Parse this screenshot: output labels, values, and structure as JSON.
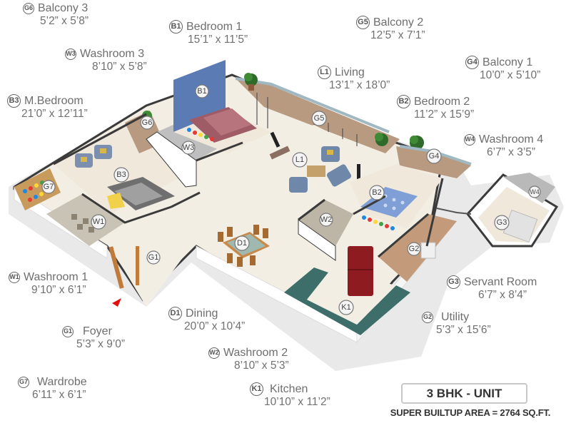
{
  "rooms": {
    "balcony3": {
      "code": "G6",
      "name": "Balcony 3",
      "dims": "5’2” x 5’8”"
    },
    "bedroom1": {
      "code": "B1",
      "name": "Bedroom 1",
      "dims": "15’1” x 11’5”"
    },
    "balcony2": {
      "code": "G5",
      "name": "Balcony 2",
      "dims": "12’5” x 7’1”"
    },
    "washroom3": {
      "code": "W3",
      "name": "Washroom 3",
      "dims": "8’10” x 5’8”"
    },
    "balcony1": {
      "code": "G4",
      "name": "Balcony 1",
      "dims": "10’0” x 5’10”"
    },
    "living": {
      "code": "L1",
      "name": "Living",
      "dims": "13’1” x 18’0”"
    },
    "mbedroom": {
      "code": "B3",
      "name": "M.Bedroom",
      "dims": "21’0” x 12’11”"
    },
    "bedroom2": {
      "code": "B2",
      "name": "Bedroom 2",
      "dims": "11’2” x 15’9”"
    },
    "washroom4": {
      "code": "W4",
      "name": "Washroom 4",
      "dims": "6’7” x 3’5”"
    },
    "washroom1": {
      "code": "W1",
      "name": "Washroom 1",
      "dims": "9’10” x 6’1”"
    },
    "servant": {
      "code": "G3",
      "name": "Servant Room",
      "dims": "6’7” x 8’4”"
    },
    "dining": {
      "code": "D1",
      "name": "Dining",
      "dims": "20’0” x 10’4”"
    },
    "utility": {
      "code": "G2",
      "name": "Utility",
      "dims": "5’3” x 15’6”"
    },
    "foyer": {
      "code": "G1",
      "name": "Foyer",
      "dims": "5’3” x 9’0”"
    },
    "washroom2": {
      "code": "W2",
      "name": "Washroom 2",
      "dims": "8’10” x 5’3”"
    },
    "wardrobe": {
      "code": "G7",
      "name": "Wardrobe",
      "dims": "6’11” x 6’1”"
    },
    "kitchen": {
      "code": "K1",
      "name": "Kitchen",
      "dims": "10’10” x 11’2”"
    }
  },
  "unit": {
    "type": "3 BHK - UNIT",
    "area": "SUPER BUILTUP AREA = 2764 SQ.FT."
  },
  "colors": {
    "wall": "#3a3a3a",
    "floor": "#f3eee4",
    "bedroom1_wall": "#5b7bb5",
    "kitchen_counter": "#3d6e6a",
    "fridge": "#8e1b1f",
    "balcony_floor": "#b89a80",
    "entry_arrow": "#e01010"
  },
  "plan_tags": [
    "B1",
    "G6",
    "W3",
    "B3",
    "G7",
    "W1",
    "G1",
    "D1",
    "L1",
    "G5",
    "G4",
    "B2",
    "W2",
    "G2",
    "K1",
    "W4",
    "G3"
  ]
}
